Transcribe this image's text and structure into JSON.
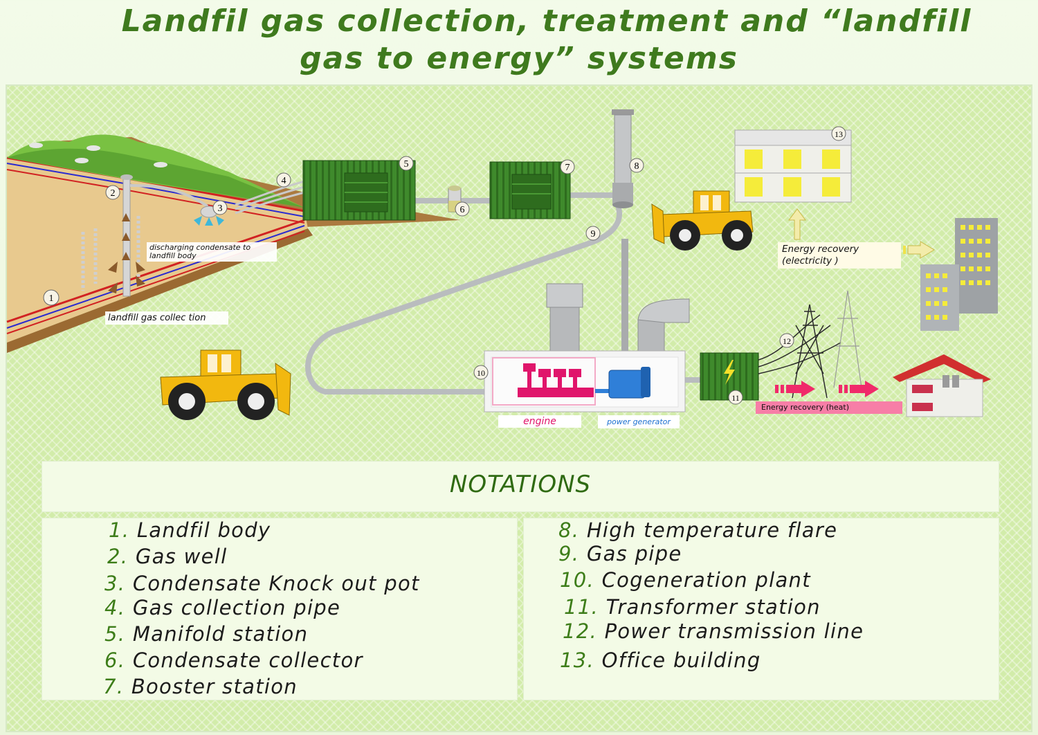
{
  "title": {
    "line1": "Landfil gas collection, treatment and “landfill",
    "line2": "gas to energy” systems"
  },
  "markers": [
    "1",
    "2",
    "3",
    "4",
    "5",
    "6",
    "7",
    "8",
    "9",
    "10",
    "11",
    "12",
    "13"
  ],
  "labels": {
    "discharging": "discharging condensate to landfill body",
    "collection": "landfill gas collec­ tion",
    "energy_electricity": "Energy recovery (electricity )",
    "energy_heat": "Energy recovery (heat)",
    "engine": "engine",
    "generator": "power generator"
  },
  "notations": {
    "heading": "NOTATIONS",
    "left": [
      {
        "num": "1.",
        "text": "Landfil body"
      },
      {
        "num": "2.",
        "text": "Gas well"
      },
      {
        "num": "3.",
        "text": "Condensate Knock out pot"
      },
      {
        "num": "4.",
        "text": "Gas collection pipe"
      },
      {
        "num": "5.",
        "text": "Manifold station"
      },
      {
        "num": "6.",
        "text": "Condensate collector"
      },
      {
        "num": "7.",
        "text": "Booster station"
      }
    ],
    "right": [
      {
        "num": "8.",
        "text": "High temperature flare"
      },
      {
        "num": "9.",
        "text": "Gas pipe"
      },
      {
        "num": "10.",
        "text": "Cogeneration plant"
      },
      {
        "num": "11.",
        "text": "Transformer station"
      },
      {
        "num": "12.",
        "text": "Power transmission line"
      },
      {
        "num": "13.",
        "text": "Office building"
      }
    ]
  },
  "colors": {
    "title": "#3f7a1e",
    "container": "#3f8a2c",
    "pipe": "#b9bcbe",
    "engine": "#e0156b",
    "generator": "#2f7fd8",
    "heat_label": "#f77ea7",
    "vehicle": "#f2b80f"
  },
  "icons": [
    "lightning-bolt-icon",
    "arrow-up-icon",
    "arrow-right-icon"
  ]
}
